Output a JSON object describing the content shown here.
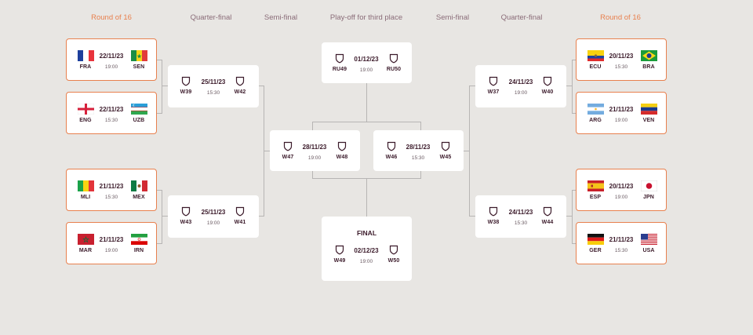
{
  "headers": {
    "left_r16": "Round of 16",
    "left_qf": "Quarter-final",
    "left_sf": "Semi-final",
    "third": "Play-off for third place",
    "right_sf": "Semi-final",
    "right_qf": "Quarter-final",
    "right_r16": "Round of 16"
  },
  "colors": {
    "accent": "#e8804e",
    "text": "#3b1a2a",
    "background": "#e8e6e3"
  },
  "r16_left": [
    {
      "home": "FRA",
      "away": "SEN",
      "date": "22/11/23",
      "time": "19:00",
      "home_flag": "flag-france",
      "away_flag": "flag-senegal"
    },
    {
      "home": "ENG",
      "away": "UZB",
      "date": "22/11/23",
      "time": "15:30",
      "home_flag": "flag-england",
      "away_flag": "flag-uzbekistan"
    },
    {
      "home": "MLI",
      "away": "MEX",
      "date": "21/11/23",
      "time": "15:30",
      "home_flag": "flag-mali",
      "away_flag": "flag-mexico"
    },
    {
      "home": "MAR",
      "away": "IRN",
      "date": "21/11/23",
      "time": "19:00",
      "home_flag": "flag-morocco",
      "away_flag": "flag-iran"
    }
  ],
  "r16_right": [
    {
      "home": "ECU",
      "away": "BRA",
      "date": "20/11/23",
      "time": "15:30",
      "home_flag": "flag-ecuador",
      "away_flag": "flag-brazil"
    },
    {
      "home": "ARG",
      "away": "VEN",
      "date": "21/11/23",
      "time": "19:00",
      "home_flag": "flag-argentina",
      "away_flag": "flag-venezuela"
    },
    {
      "home": "ESP",
      "away": "JPN",
      "date": "20/11/23",
      "time": "19:00",
      "home_flag": "flag-spain",
      "away_flag": "flag-japan"
    },
    {
      "home": "GER",
      "away": "USA",
      "date": "21/11/23",
      "time": "15:30",
      "home_flag": "flag-germany",
      "away_flag": "flag-usa"
    }
  ],
  "qf_left": [
    {
      "home": "W39",
      "away": "W42",
      "date": "25/11/23",
      "time": "15:30"
    },
    {
      "home": "W43",
      "away": "W41",
      "date": "25/11/23",
      "time": "19:00"
    }
  ],
  "qf_right": [
    {
      "home": "W37",
      "away": "W40",
      "date": "24/11/23",
      "time": "19:00"
    },
    {
      "home": "W38",
      "away": "W44",
      "date": "24/11/23",
      "time": "15:30"
    }
  ],
  "sf_left": {
    "home": "W47",
    "away": "W48",
    "date": "28/11/23",
    "time": "19:00"
  },
  "sf_right": {
    "home": "W46",
    "away": "W45",
    "date": "28/11/23",
    "time": "15:30"
  },
  "third_place": {
    "home": "RU49",
    "away": "RU50",
    "date": "01/12/23",
    "time": "19:00"
  },
  "final": {
    "label": "FINAL",
    "home": "W49",
    "away": "W50",
    "date": "02/12/23",
    "time": "19:00"
  }
}
